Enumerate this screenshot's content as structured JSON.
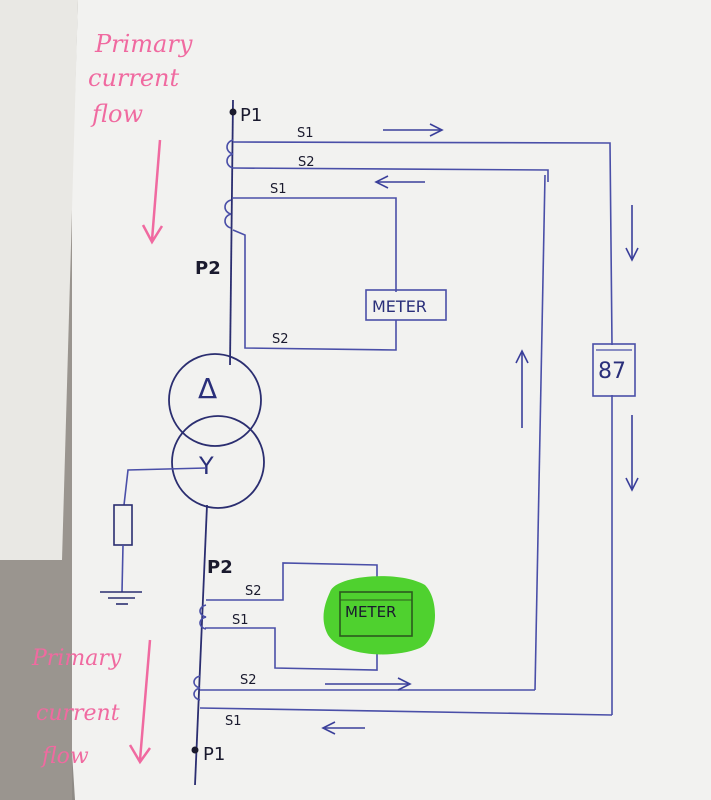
{
  "labels": {
    "p1_top": "P1",
    "p2_top": "P2",
    "p2_bottom": "P2",
    "p1_bottom": "P1",
    "s1_top_a": "S1",
    "s2_top_a": "S2",
    "s1_top_b": "S1",
    "s2_top_b": "S2",
    "s2_bot_a": "S2",
    "s1_bot_a": "S1",
    "s2_bot_b": "S2",
    "s1_bot_b": "S1",
    "meter_top": "METER",
    "meter_bottom": "METER",
    "relay": "87"
  },
  "annotations": {
    "primary_top": [
      "Primary",
      "current",
      "flow"
    ],
    "primary_bottom": [
      "Primary",
      "current",
      "flow"
    ]
  },
  "symbols": {
    "delta": "Δ",
    "star": "Y"
  },
  "colors": {
    "paper": "#f3f3f1",
    "ink": "#2b2e70",
    "pink": "#f06aa0",
    "highlight": "#4fd12f"
  }
}
